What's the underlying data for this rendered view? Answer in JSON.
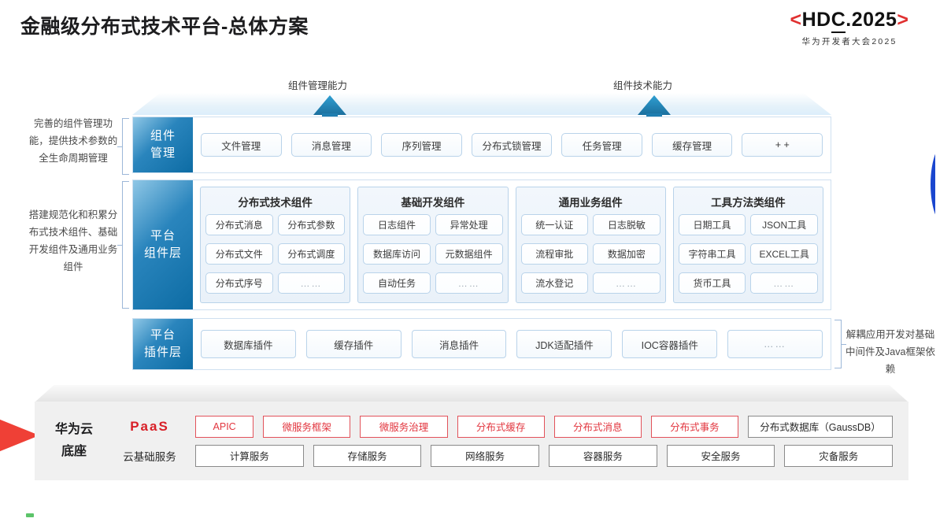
{
  "header": {
    "title": "金融级分布式技术平台-总体方案",
    "logo_left_bracket": "<",
    "logo_text_1": "HD",
    "logo_text_underlined": "C",
    "logo_text_2": ".2025",
    "logo_right_bracket": ">",
    "logo_subtitle": "华为开发者大会2025"
  },
  "arrows": [
    {
      "name": "component-management-capability",
      "label": "组件管理能力"
    },
    {
      "name": "component-technology-capability",
      "label": "组件技术能力"
    }
  ],
  "side_notes": {
    "left_top": "完善的组件管理功能，提供技术参数的全生命周期管理",
    "left_bottom": "搭建规范化和积累分布式技术组件、基础开发组件及通用业务组件",
    "right": "解耦应用开发对基础中间件及Java框架依赖"
  },
  "rows": {
    "management": {
      "label": "组件\n管理",
      "label_line1": "组件",
      "label_line2": "管理",
      "items": [
        "文件管理",
        "消息管理",
        "序列管理",
        "分布式锁管理",
        "任务管理",
        "缓存管理",
        "+ +"
      ]
    },
    "components": {
      "label_line1": "平台",
      "label_line2": "组件层",
      "groups": [
        {
          "title": "分布式技术组件",
          "items": [
            "分布式消息",
            "分布式参数",
            "分布式文件",
            "分布式调度",
            "分布式序号",
            "……"
          ]
        },
        {
          "title": "基础开发组件",
          "items": [
            "日志组件",
            "异常处理",
            "数据库访问",
            "元数据组件",
            "自动任务",
            "……"
          ]
        },
        {
          "title": "通用业务组件",
          "items": [
            "统一认证",
            "日志脱敏",
            "流程审批",
            "数据加密",
            "流水登记",
            "……"
          ]
        },
        {
          "title": "工具方法类组件",
          "items": [
            "日期工具",
            "JSON工具",
            "字符串工具",
            "EXCEL工具",
            "货币工具",
            "……"
          ]
        }
      ]
    },
    "plugin": {
      "label_line1": "平台",
      "label_line2": "插件层",
      "items": [
        "数据库插件",
        "缓存插件",
        "消息插件",
        "JDK适配插件",
        "IOC容器插件",
        "……"
      ]
    }
  },
  "bottom": {
    "title_line1": "华为云",
    "title_line2": "底座",
    "paas_label": "PaaS",
    "cloud_label": "云基础服务",
    "paas_items": [
      {
        "text": "APIC",
        "style": "red",
        "flex": 0.62
      },
      {
        "text": "微服务框架",
        "style": "red",
        "flex": 1
      },
      {
        "text": "微服务治理",
        "style": "red",
        "flex": 1
      },
      {
        "text": "分布式缓存",
        "style": "red",
        "flex": 1
      },
      {
        "text": "分布式消息",
        "style": "red",
        "flex": 1
      },
      {
        "text": "分布式事务",
        "style": "red",
        "flex": 1
      },
      {
        "text": "分布式数据库（GaussDB）",
        "style": "gauss",
        "flex": 1.75
      }
    ],
    "cloud_items": [
      "计算服务",
      "存储服务",
      "网络服务",
      "容器服务",
      "安全服务",
      "灾备服务"
    ]
  },
  "colors": {
    "brand_red": "#e03030",
    "paas_red": "#d81f27",
    "panel_blue": "#0d6ca4",
    "lens_blue": "#1a46cf",
    "arrow_red": "#ef4036"
  }
}
